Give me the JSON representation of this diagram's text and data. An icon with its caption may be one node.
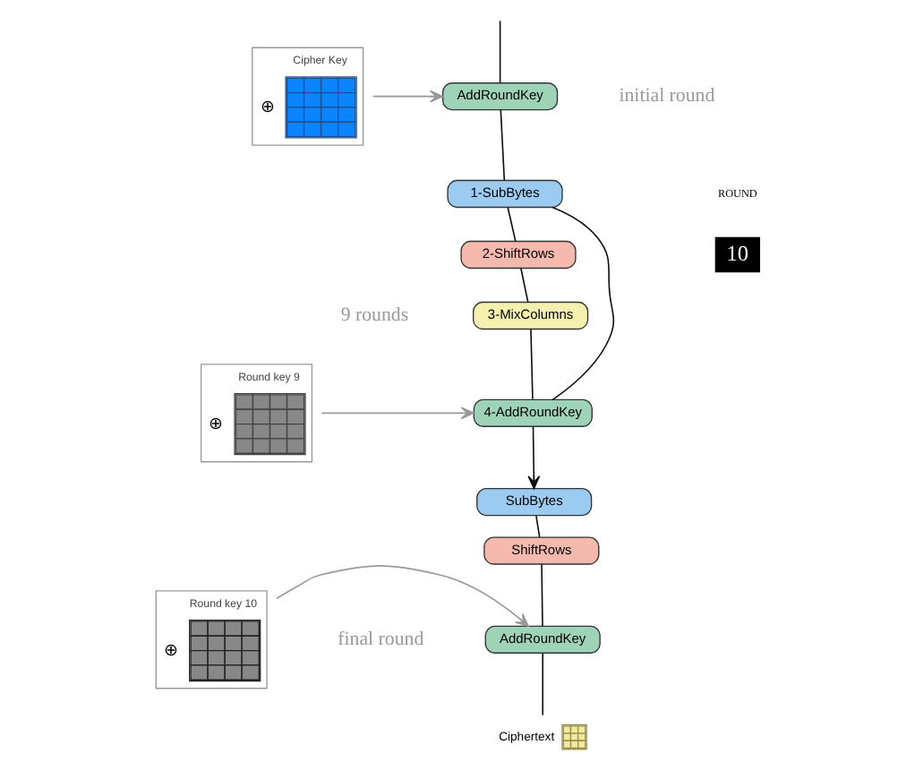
{
  "diagram": {
    "nodes": [
      {
        "text": [
          "AddRoundKey"
        ]
      },
      {
        "text": [
          "Cipher Key",
          "⊕"
        ]
      },
      {
        "text": [
          "1-SubBytes"
        ]
      },
      {
        "text": [
          "2-ShiftRows"
        ]
      },
      {
        "text": [
          "3-MixColumns"
        ]
      },
      {
        "text": [
          "4-AddRoundKey"
        ]
      },
      {
        "text": [
          "Round key 9",
          "⊕"
        ]
      },
      {
        "text": [
          "SubBytes"
        ]
      },
      {
        "text": [
          "ShiftRows"
        ]
      },
      {
        "text": [
          "AddRoundKey"
        ]
      },
      {
        "text": [
          "Round key 10",
          "⊕"
        ]
      },
      {
        "text": [
          "Ciphertext"
        ]
      }
    ],
    "edges": [
      {
        "from": null,
        "to": 0,
        "arrow": "none"
      },
      {
        "from": 1,
        "to": 0,
        "arrow": "to",
        "color": "#999999"
      },
      {
        "from": 0,
        "to": 2,
        "arrow": "none"
      },
      {
        "from": 2,
        "to": 3,
        "arrow": "none"
      },
      {
        "from": 3,
        "to": 4,
        "arrow": "none"
      },
      {
        "from": 4,
        "to": 5,
        "arrow": "none"
      },
      {
        "from": 6,
        "to": 5,
        "arrow": "to",
        "color": "#999999"
      },
      {
        "from": 5,
        "to": 2,
        "arrow": "none"
      },
      {
        "from": 5,
        "to": 7,
        "arrow": "to"
      },
      {
        "from": 7,
        "to": 8,
        "arrow": "none"
      },
      {
        "from": 8,
        "to": 9,
        "arrow": "none"
      },
      {
        "from": 10,
        "to": 9,
        "arrow": "to",
        "color": "#999999"
      },
      {
        "from": 9,
        "to": 11,
        "arrow": "none"
      }
    ],
    "labels": [
      "initial round",
      "ROUND",
      "10",
      "9 rounds",
      "final round"
    ]
  }
}
